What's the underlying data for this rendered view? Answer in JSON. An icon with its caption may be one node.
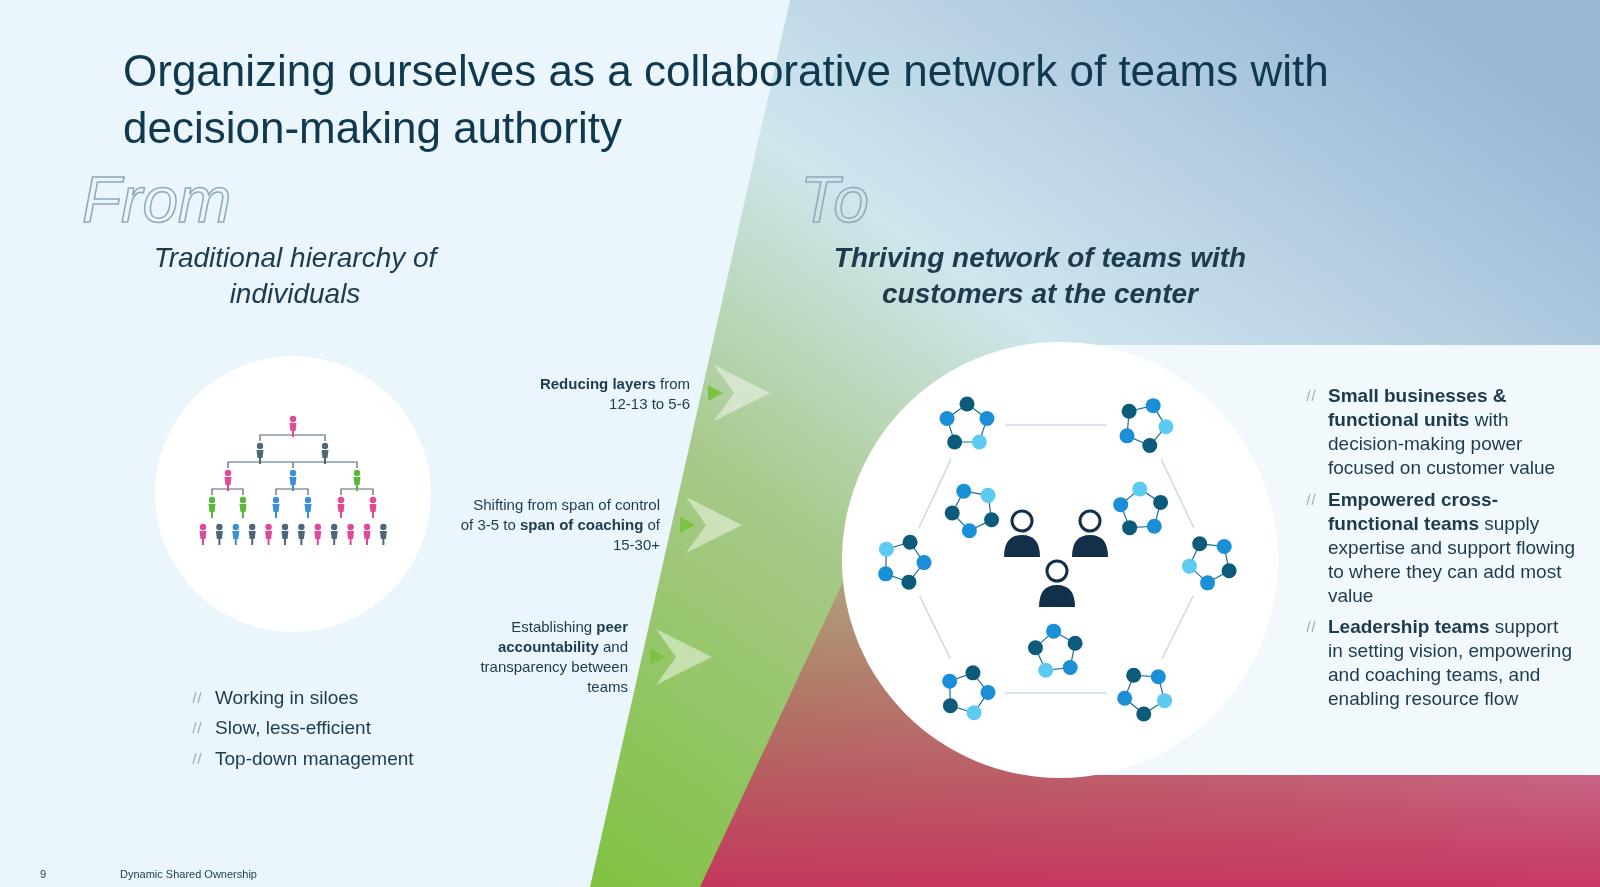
{
  "diagram": {
    "title": "Organizing ourselves as a collaborative network of teams with decision-making authority",
    "labels": [
      "From",
      "Traditional hierarchy of individuals",
      "To",
      "Thriving network of teams with customers at the center",
      "**Reducing layers** from 12-13 to 5-6",
      "Shifting from span of control of 3-5 to **span of coaching** of 15-30+",
      "Establishing **peer accountability** and transparency between teams",
      "Working in siloes",
      "Slow, less-efficient",
      "Top-down management",
      "**Small businesses & functional units** with decision-making power focused on customer value",
      "**Empowered cross-functional teams** supply expertise and support flowing to where they can add most value",
      "**Leadership teams** support in setting vision, empowering and coaching teams, and enabling resource flow",
      "9",
      "Dynamic Shared Ownership"
    ]
  }
}
